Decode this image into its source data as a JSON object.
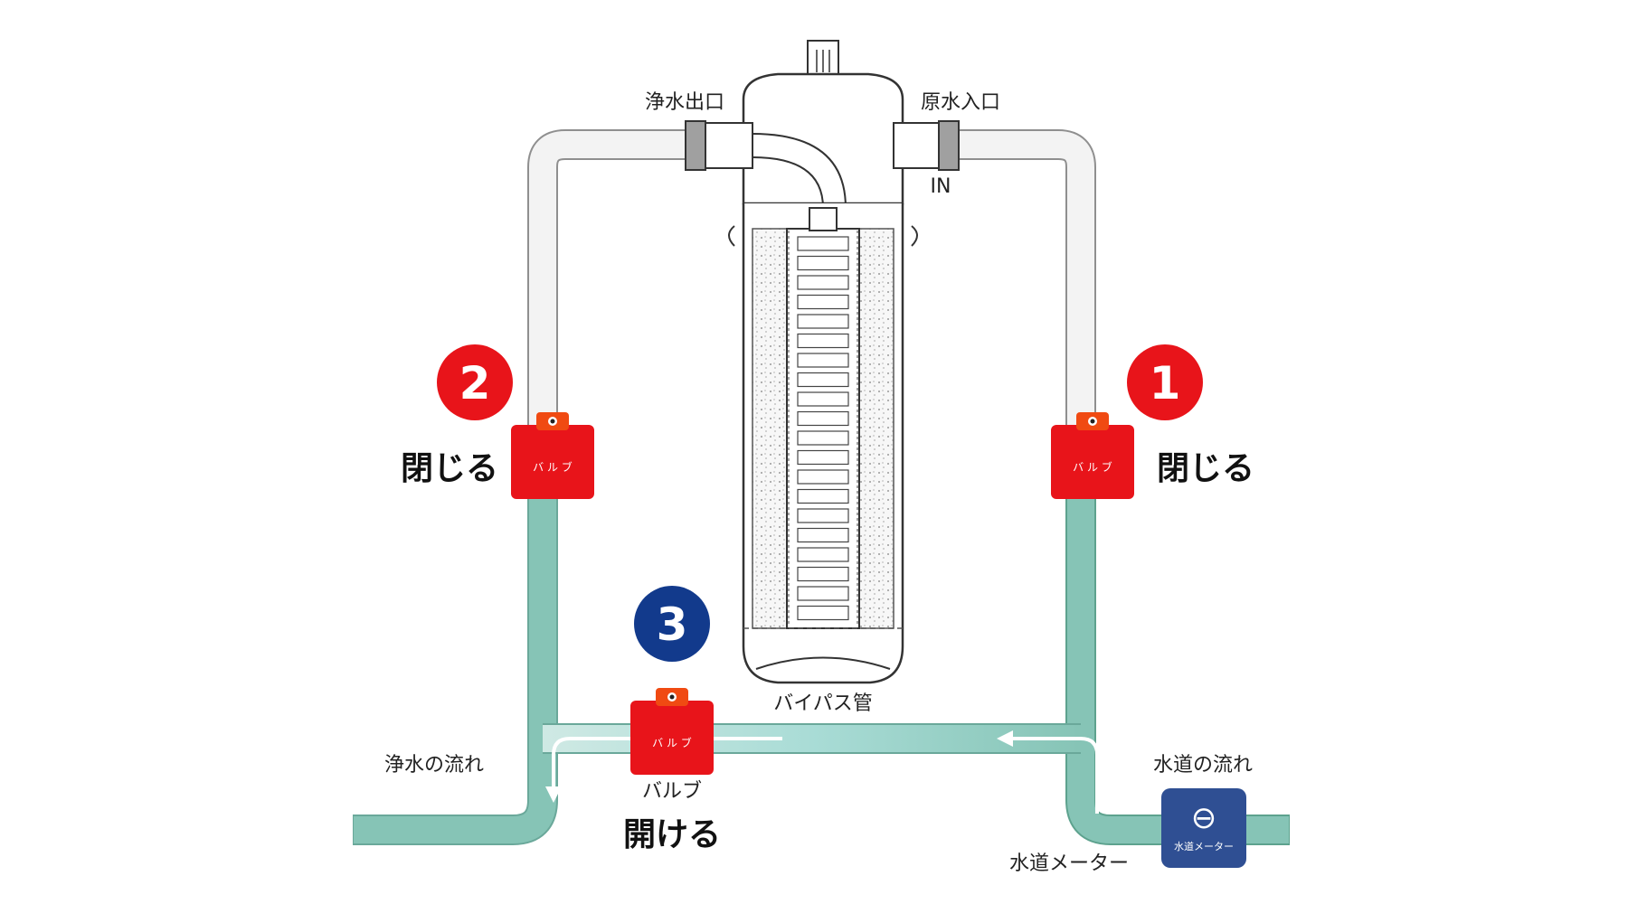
{
  "labels": {
    "outlet": "浄水出口",
    "inlet": "原水入口",
    "in": "IN",
    "bypass_pipe": "バイパス管",
    "clean_flow": "浄水の流れ",
    "tap_flow": "水道の流れ",
    "valve_caption": "バルブ",
    "meter_caption": "水道メーター"
  },
  "steps": [
    {
      "number": "1",
      "action": "閉じる"
    },
    {
      "number": "2",
      "action": "閉じる"
    },
    {
      "number": "3",
      "action": "開ける"
    }
  ],
  "valve_text": "バ ル ブ",
  "meter": {
    "symbol": "⊖",
    "text": "水道メーター"
  },
  "colors": {
    "valve_red": "#e8141a",
    "valve_top": "#f04a12",
    "badge_red": "#e8141a",
    "badge_blue": "#123a8c",
    "meter_blue": "#2f4f93",
    "pipe_green": "#86c4b6",
    "pipe_gray": "#f2f2f2",
    "cap_green": "#9fcc5a"
  }
}
